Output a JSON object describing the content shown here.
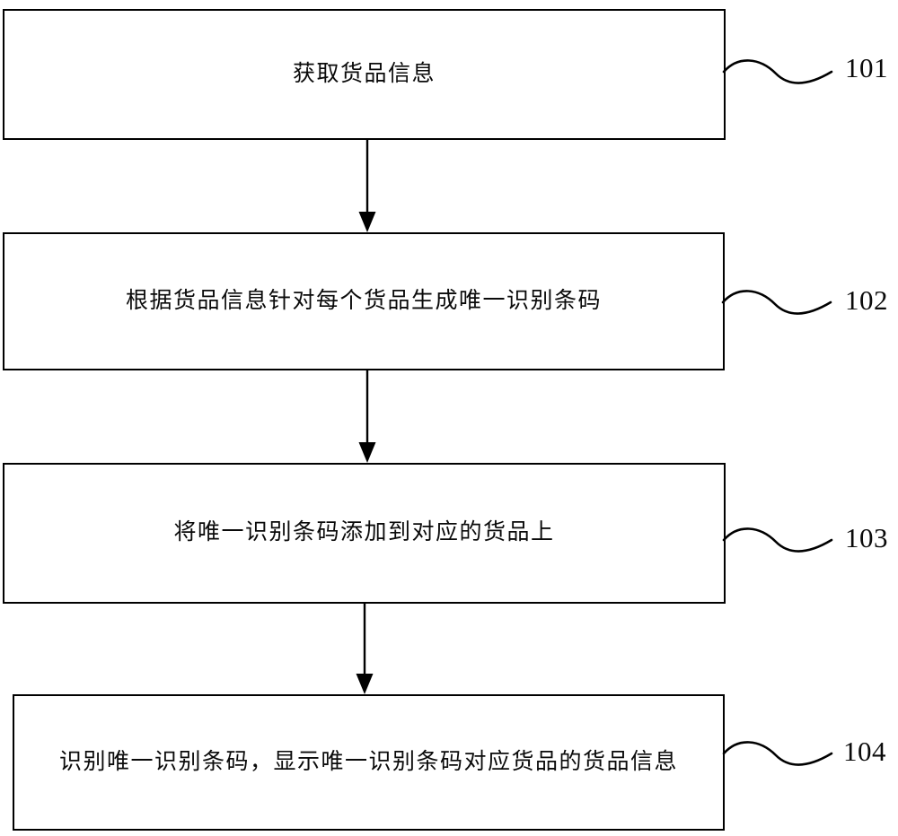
{
  "diagram": {
    "type": "flowchart",
    "orientation": "vertical",
    "title": "",
    "background_color": "#ffffff",
    "line_color": "#000000",
    "text_color": "#0a0a0a",
    "steps": [
      {
        "id": "101",
        "label": "获取货品信息",
        "ref_number": "101"
      },
      {
        "id": "102",
        "label": "根据货品信息针对每个货品生成唯一识别条码",
        "ref_number": "102"
      },
      {
        "id": "103",
        "label": "将唯一识别条码添加到对应的货品上",
        "ref_number": "103"
      },
      {
        "id": "104",
        "label": "识别唯一识别条码，显示唯一识别条码对应货品的货品信息",
        "ref_number": "104"
      }
    ],
    "connectors": [
      {
        "from": "101",
        "to": "102",
        "style": "arrow-down"
      },
      {
        "from": "102",
        "to": "103",
        "style": "arrow-down"
      },
      {
        "from": "103",
        "to": "104",
        "style": "arrow-down"
      }
    ]
  }
}
